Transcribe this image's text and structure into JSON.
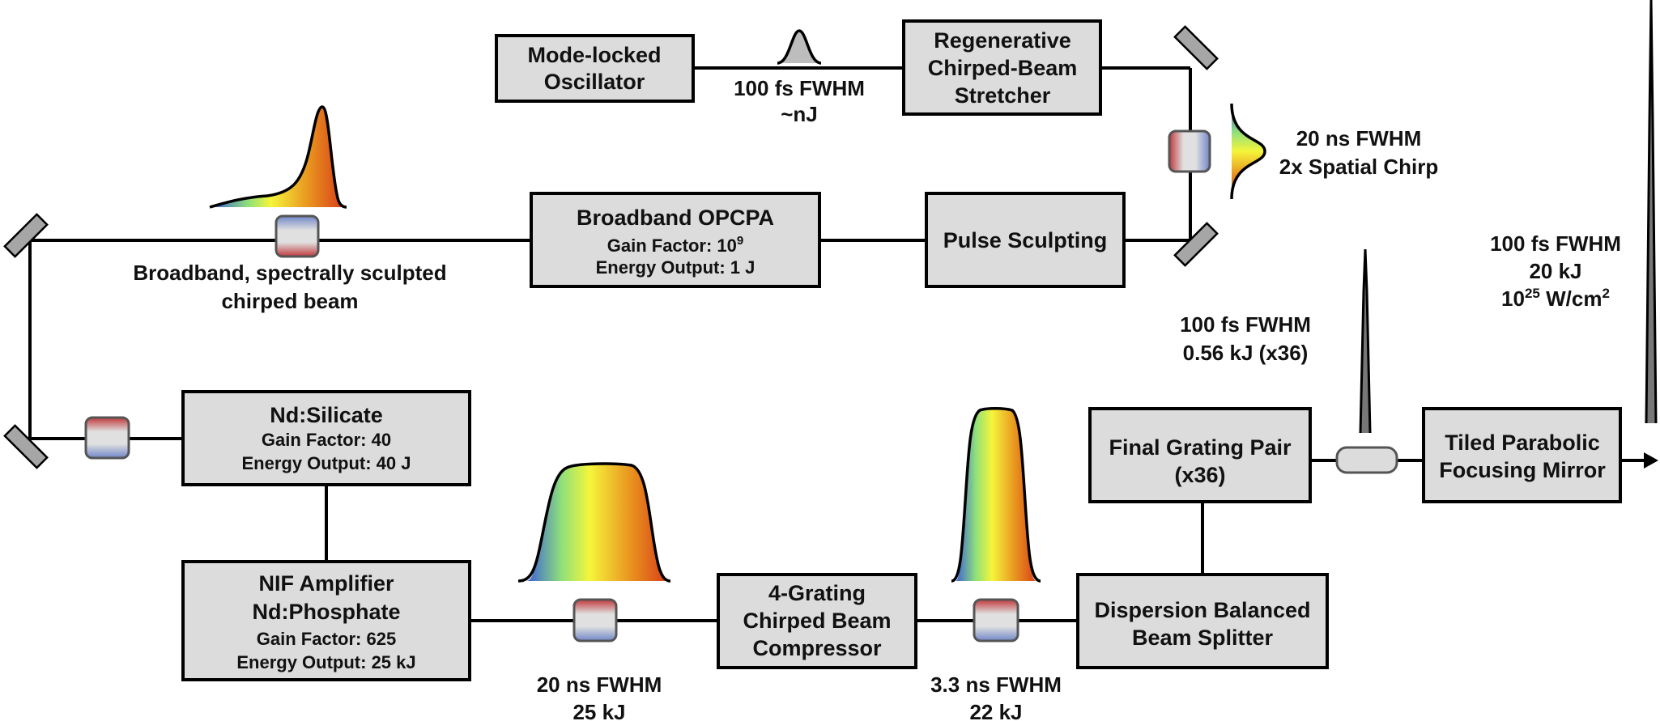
{
  "diagram": {
    "title": "Laser amplification chain (OPCPA + NIF amplifier + compression)",
    "components": {
      "oscillator": {
        "lines": [
          "Mode-locked",
          "Oscillator"
        ]
      },
      "stretcher": {
        "lines": [
          "Regenerative",
          "Chirped-Beam",
          "Stretcher"
        ]
      },
      "opcpa": {
        "title": "Broadband OPCPA",
        "gain_prefix": "Gain Factor: 10",
        "gain_sup": "9",
        "energy": "Energy Output: 1 J"
      },
      "pulse_sculpting": {
        "title": "Pulse Sculpting"
      },
      "silicate": {
        "title": "Nd:Silicate",
        "gain": "Gain Factor: 40",
        "energy": "Energy Output: 40 J"
      },
      "nif": {
        "title1": "NIF Amplifier",
        "title2": "Nd:Phosphate",
        "gain": "Gain Factor: 625",
        "energy": "Energy Output: 25 kJ"
      },
      "compressor": {
        "lines": [
          "4-Grating",
          "Chirped Beam",
          "Compressor"
        ]
      },
      "splitter": {
        "lines": [
          "Dispersion Balanced",
          "Beam Splitter"
        ]
      },
      "final_grating": {
        "lines": [
          "Final Grating Pair",
          "(x36)"
        ]
      },
      "focusing_mirror": {
        "lines": [
          "Tiled Parabolic",
          "Focusing Mirror"
        ]
      }
    },
    "annotations": {
      "oscillator_out": [
        "100 fs FWHM",
        "~nJ"
      ],
      "stretcher_out": [
        "20 ns FWHM",
        "2x Spatial Chirp"
      ],
      "sculpted_beam": [
        "Broadband, spectrally sculpted",
        "chirped beam"
      ],
      "nif_out": [
        "20 ns FWHM",
        "25 kJ"
      ],
      "compressor_out": [
        "3.3 ns FWHM",
        "22 kJ"
      ],
      "grating_out": [
        "100 fs FWHM",
        "0.56 kJ (x36)"
      ],
      "focus_out": {
        "line1": "100 fs FWHM",
        "line2": "20 kJ",
        "line3_prefix": "10",
        "line3_sup": "25",
        "line3_suffix": " W/cm",
        "line3_sup2": "2"
      }
    },
    "colors": {
      "box_fill": "#dcdcdc",
      "mirror_fill": "#a6a6a6",
      "spectrum_blue": "#3a5fd9",
      "spectrum_green": "#8fe07a",
      "spectrum_yellow": "#f5f53a",
      "spectrum_orange": "#e8901e",
      "spectrum_red": "#d8401a",
      "cube_red": "#c0383a",
      "cube_blue": "#6f86c8",
      "pulse_grey": "#bdbdbd"
    }
  }
}
